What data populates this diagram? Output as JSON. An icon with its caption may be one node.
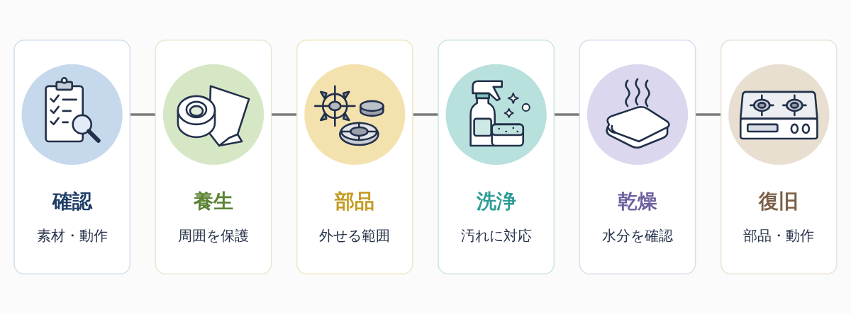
{
  "diagram": {
    "nodes": [
      {
        "text": [
          "確認",
          "素材・動作"
        ]
      },
      {
        "text": [
          "養生",
          "周囲を保護"
        ]
      },
      {
        "text": [
          "部品",
          "外せる範囲"
        ]
      },
      {
        "text": [
          "洗浄",
          "汚れに対応"
        ]
      },
      {
        "text": [
          "乾燥",
          "水分を確認"
        ]
      },
      {
        "text": [
          "復旧",
          "部品・動作"
        ]
      }
    ],
    "edges": [
      {
        "from": 0,
        "to": 1,
        "arrow": "none"
      },
      {
        "from": 1,
        "to": 2,
        "arrow": "none"
      },
      {
        "from": 2,
        "to": 3,
        "arrow": "none"
      },
      {
        "from": 3,
        "to": 4,
        "arrow": "none"
      },
      {
        "from": 4,
        "to": 5,
        "arrow": "none"
      }
    ]
  }
}
